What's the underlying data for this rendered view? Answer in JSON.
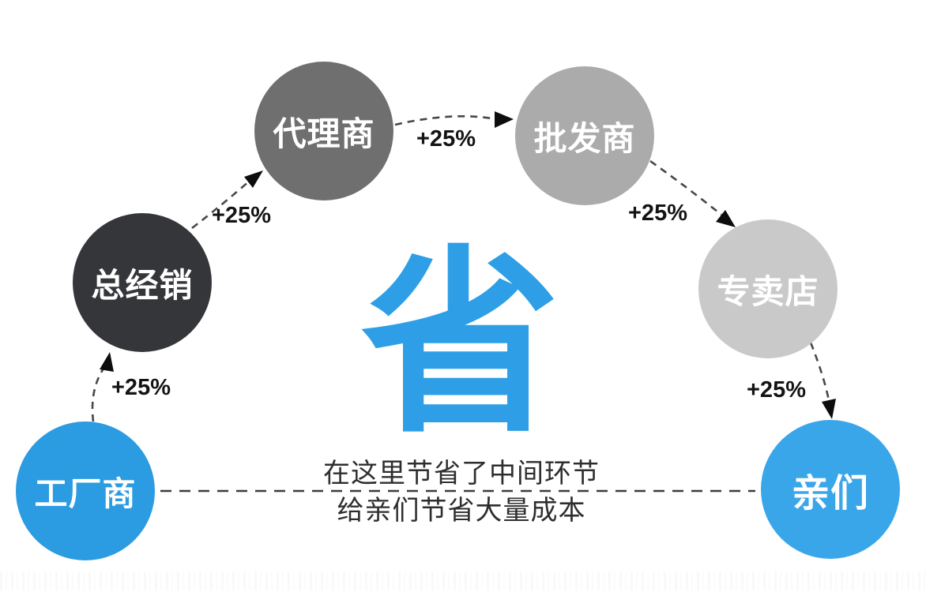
{
  "figure": {
    "background_color": "#ffffff",
    "center_char": "省",
    "center_char_color": "#2E9FE6",
    "caption": {
      "line1": "在这里节省了中间环节",
      "line2": "给亲们节省大量成本",
      "color": "#2e2e2e"
    }
  },
  "nodes": [
    {
      "id": "factory",
      "label": "工厂商",
      "color": "#2B9BE2",
      "text_color": "#ffffff"
    },
    {
      "id": "general-distributor",
      "label": "总经销",
      "color": "#353639",
      "text_color": "#ffffff"
    },
    {
      "id": "agent",
      "label": "代理商",
      "color": "#6F6F6F",
      "text_color": "#ffffff"
    },
    {
      "id": "wholesaler",
      "label": "批发商",
      "color": "#ABABAB",
      "text_color": "#ffffff"
    },
    {
      "id": "specialty-store",
      "label": "专卖店",
      "color": "#C9C9C9",
      "text_color": "#ffffff"
    },
    {
      "id": "customers",
      "label": "亲们",
      "color": "#3AA6EA",
      "text_color": "#ffffff"
    }
  ],
  "edges": [
    {
      "from": "factory",
      "to": "general-distributor",
      "label": "+25%"
    },
    {
      "from": "general-distributor",
      "to": "agent",
      "label": "+25%"
    },
    {
      "from": "agent",
      "to": "wholesaler",
      "label": "+25%"
    },
    {
      "from": "wholesaler",
      "to": "specialty-store",
      "label": "+25%"
    },
    {
      "from": "specialty-store",
      "to": "customers",
      "label": "+25%"
    },
    {
      "from": "factory",
      "to": "customers",
      "label": ""
    }
  ],
  "edge_style": {
    "dash_color": "#474747",
    "baseline_color": "#3c3c3c",
    "arrowhead_color": "#0d0d0d"
  }
}
